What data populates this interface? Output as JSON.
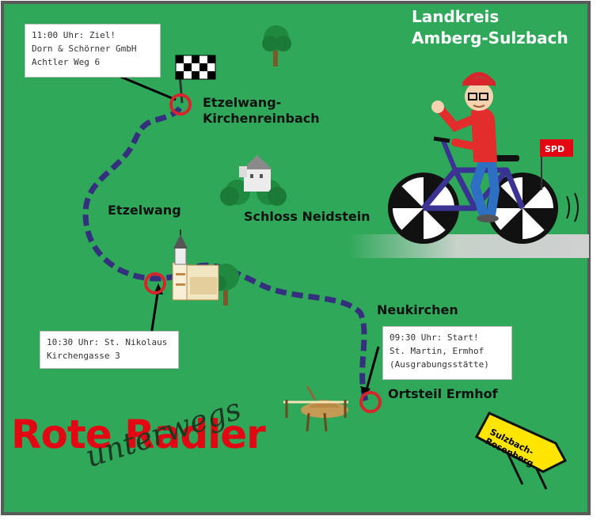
{
  "header": {
    "line1": "Landkreis",
    "line2": "Amberg-Sulzbach"
  },
  "title": "Rote Radler",
  "subtitle": "unterwegs",
  "places": {
    "end_line1": "Etzelwang-",
    "end_line2": "Kirchenreinbach",
    "etzelwang": "Etzelwang",
    "schloss": "Schloss Neidstein",
    "neukirchen": "Neukirchen",
    "ermhof": "Ortsteil Ermhof"
  },
  "stops": {
    "finish": [
      "11:00 Uhr: Ziel!",
      "Dorn & Schörner GmbH",
      "Achtler Weg 6"
    ],
    "middle": [
      "10:30 Uhr: St. Nikolaus",
      "Kirchengasse 3"
    ],
    "start": [
      "09:30 Uhr: Start!",
      "St. Martin, Ermhof",
      "(Ausgrabungsstätte)"
    ]
  },
  "sign": {
    "line1": "Sulzbach-",
    "line2": "Rosenberg"
  },
  "flag": {
    "label": "SPD"
  },
  "colors": {
    "map_green": "#2fa85a",
    "route": "#34307e",
    "marker": "#d8252b",
    "title_red": "#e30613",
    "sign_yellow": "#ffe500"
  }
}
